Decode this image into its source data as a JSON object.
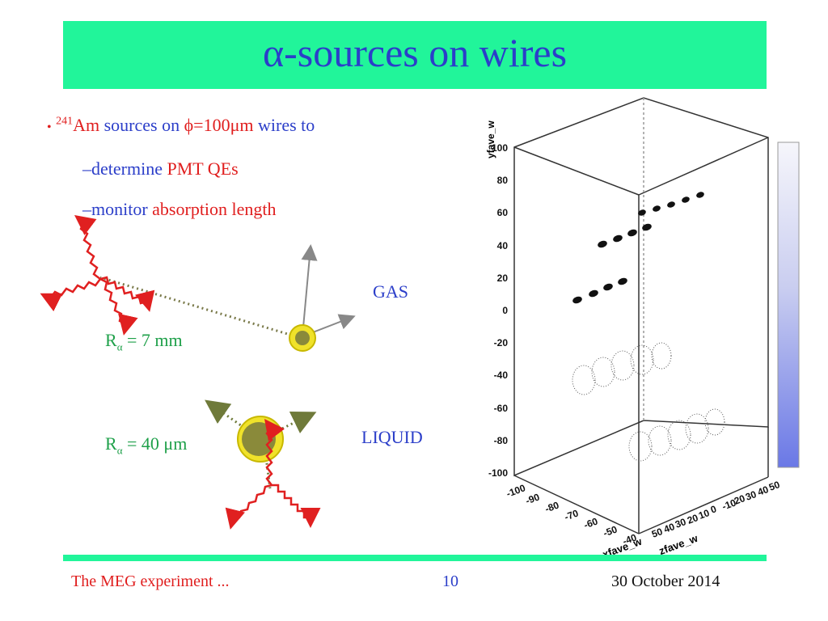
{
  "slide": {
    "title": "α-sources on wires",
    "bullet": {
      "marker": "•",
      "isotope_mass": "241",
      "isotope": "Am",
      "text1": " sources on ",
      "phi": "ϕ=100μm",
      "text2": " wires to"
    },
    "sub1": {
      "dash_text": "–determine ",
      "highlight": "PMT QEs"
    },
    "sub2": {
      "dash_text": "–monitor ",
      "highlight": "absorption length"
    },
    "diagram": {
      "gas_label": "GAS",
      "liquid_label": "LIQUID",
      "r_gas": {
        "prefix": "R",
        "sub": "α",
        "value": " = 7 mm"
      },
      "r_liquid": {
        "prefix": "R",
        "sub": "α",
        "value": " = 40 μm"
      }
    },
    "plot": {
      "y_axis_label": "yfave_w",
      "x_axis_label": "xfave_w",
      "z_axis_label": "zfave_w",
      "y_ticks": [
        "100",
        "80",
        "60",
        "40",
        "20",
        "0",
        "-20",
        "-40",
        "-60",
        "-80",
        "-100"
      ],
      "x_ticks": [
        "-100",
        "-90",
        "-80",
        "-70",
        "-60",
        "-50",
        "-40"
      ],
      "z_ticks": [
        "50",
        "40",
        "30",
        "20",
        "10",
        "0",
        "-10",
        "20",
        "30",
        "40",
        "50"
      ]
    },
    "footer": {
      "left": "The MEG experiment ...",
      "center": "10",
      "right": "30 October 2014"
    }
  }
}
